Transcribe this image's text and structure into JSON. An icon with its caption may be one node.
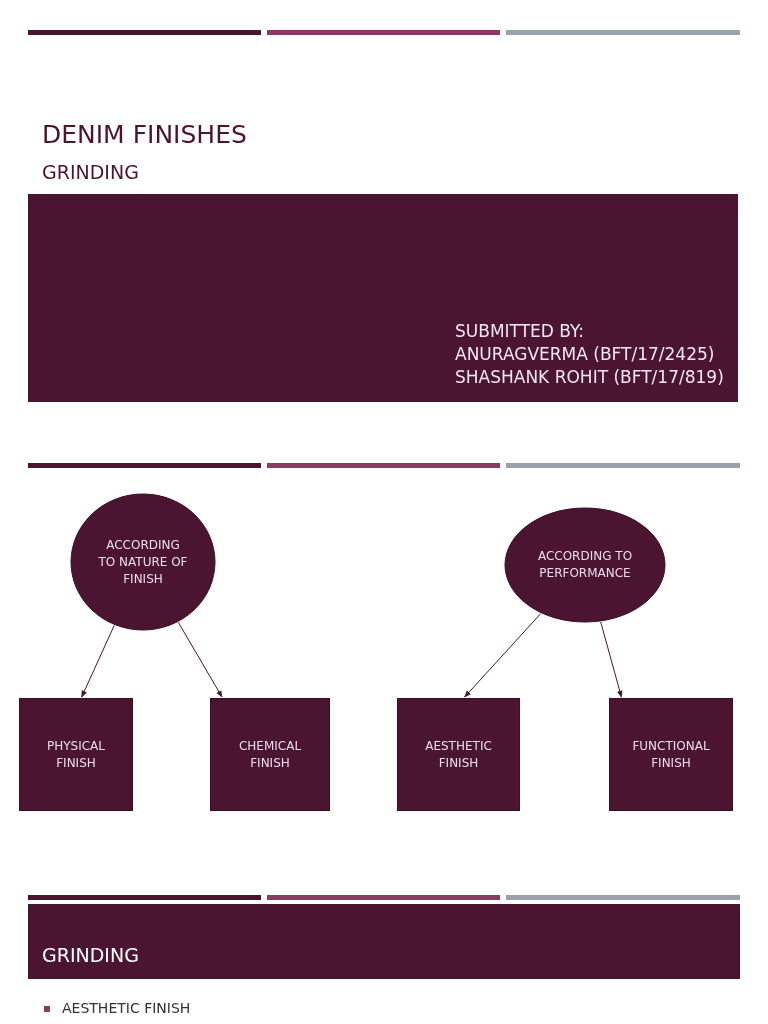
{
  "diagram": {
    "nodes": [
      {
        "text": [
          "SUBMITTED BY:",
          "ANURAGVERMA (BFT/17/2425)",
          "SHASHANK ROHIT (BFT/17/819)"
        ]
      },
      {
        "text": [
          "ACCORDING TO NATURE OF FINISH"
        ]
      },
      {
        "text": [
          "ACCORDING TO PERFORMANCE"
        ]
      },
      {
        "text": [
          "PHYSICAL FINISH"
        ]
      },
      {
        "text": [
          "CHEMICAL FINISH"
        ]
      },
      {
        "text": [
          "AESTHETIC FINISH"
        ]
      },
      {
        "text": [
          "FUNCTIONAL FINISH"
        ]
      },
      {
        "text": [
          "GRINDING"
        ]
      }
    ],
    "edges": [
      {
        "from": 1,
        "to": 3,
        "arrow": "to"
      },
      {
        "from": 1,
        "to": 4,
        "arrow": "to"
      },
      {
        "from": 2,
        "to": 5,
        "arrow": "to"
      },
      {
        "from": 2,
        "to": 6,
        "arrow": "to"
      }
    ],
    "labels": [
      "DENIM FINISHES",
      "GRINDING",
      "AESTHETIC FINISH"
    ]
  }
}
